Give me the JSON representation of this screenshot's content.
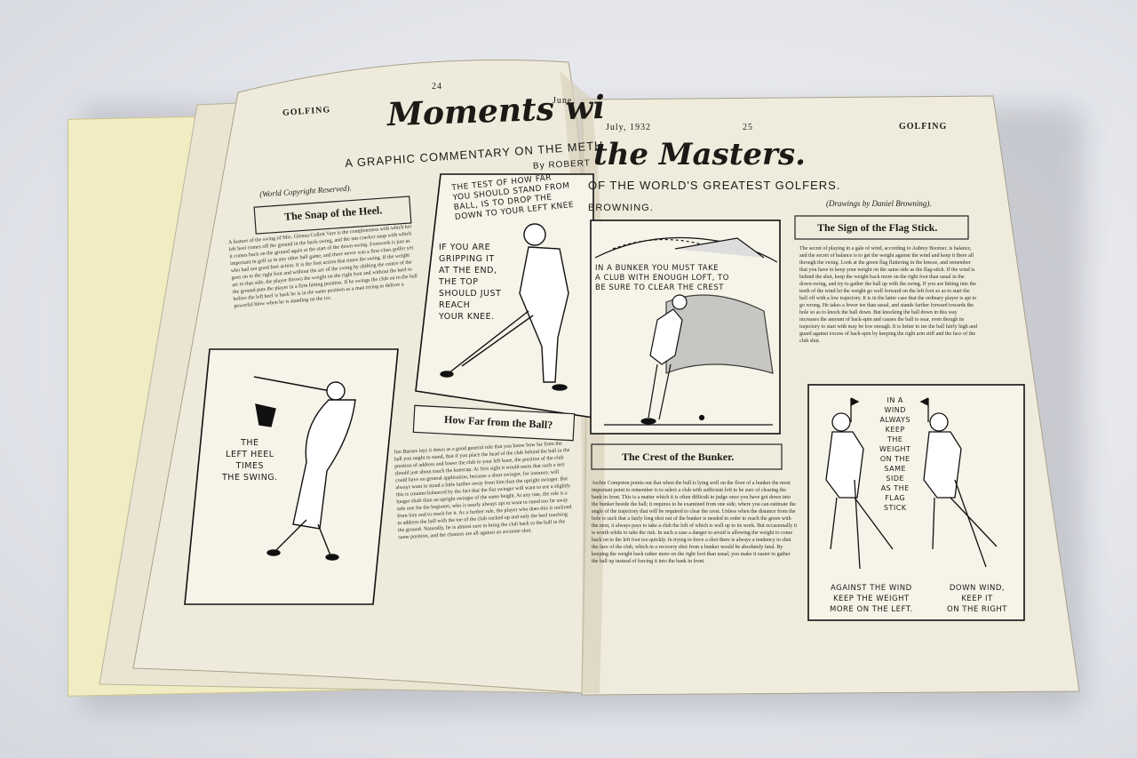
{
  "magazine": {
    "left_running_head": "GOLFING",
    "right_running_head": "GOLFING",
    "left_page_number": "24",
    "left_page_date_partial": "June,",
    "right_page_number": "25",
    "right_page_date": "July, 1932"
  },
  "article": {
    "title_part1": "Moments wi",
    "title_part2": "the Masters.",
    "subtitle_part1": "A GRAPHIC COMMENTARY ON THE METH",
    "subtitle_part2": "OF THE WORLD'S GREATEST GOLFERS.",
    "byline_part1": "By ROBERT",
    "byline_part2": "BROWNING.",
    "copyright": "(World Copyright Reserved).",
    "drawings_credit": "(Drawings by Daniel Browning)."
  },
  "sections": {
    "snap_heel": {
      "title": "The Snap of the Heel.",
      "body": "A feature of the swing of Mrs. Glenna Collett Vare is the completeness with which her left heel comes off the ground in the back-swing, and the nut-cracker snap with which it comes back on the ground again at the start of the down-swing. Footwork is just as important in golf as in any other ball game, and there never was a first-class golfer yet who had not good foot action. It is the foot action that times the swing. If the weight goes on to the right foot and without the arc of the swing by shifting the centre of the arc to that side, the player throws the weight on the right foot and without the heel to the ground puts the player in a firm hitting position. If he swings the club on to the ball before the left heel is back he is in the same position as a man trying to deliver a powerful blow when he is standing on the ice."
    },
    "how_far": {
      "title": "How Far from the Ball?",
      "body": "Jim Barnes lays it down as a good general rule that you know how far from the ball you ought to stand, that if you place the head of the club behind the ball in the position of address and lower the club to your left knee, the position of the club should just about touch the kneecap. At first sight it would seem that such a test could have no general application, because a short swinger, for instance, will always want to stand a little farther away from him than the upright swinger. But this is counter-balanced by the fact that the flat swinger will want to use a slightly longer shaft than an upright swinger of the same height. At any rate, the rule is a safe one for the beginner, who is nearly always apt to want to stand too far away from him and to reach for it. As a further rule, the player who does this is inclined to address the ball with the toe of the club cocked up and only the heel touching the ground. Naturally, he is almost sure to bring the club back to the ball in the same position, and the chances are all against an accurate shot."
    },
    "crest_bunker": {
      "title": "The Crest of the Bunker.",
      "body": "Archie Compston points out that when the ball is lying well on the floor of a bunker the most important point to remember is to select a club with sufficient loft to be sure of clearing the bank in front. This is a matter which it is often difficult to judge once you have got down into the bunker beside the ball; it requires to be examined from one side, where you can estimate the angle of the trajectory that will be required to clear the crest. Unless when the distance from the hole is such that a fairly long shot out of the bunker is needed in order to reach the green with the next, it always pays to take a club the loft of which is well up to its work. But occasionally it is worth while to take the risk. In such a case a danger to avoid is allowing the weight to come back on to the left foot too quickly. In trying to force a shot there is always a tendency to shut the face of the club, which in a recovery shot from a bunker would be absolutely fatal. By keeping the weight back rather more on the right foot than usual, you make it easier to gather the ball up instead of forcing it into the bank in front."
    },
    "flag_stick": {
      "title": "The Sign of the Flag Stick.",
      "body": "The secret of playing in a gale of wind, according to Aubrey Boomer, is balance, and the secret of balance is to get the weight against the wind and keep it there all through the swing. Look at the green flag fluttering in the breeze, and remember that you have to keep your weight on the same side as the flag-stick. If the wind is behind the shot, keep the weight back more on the right foot than usual in the down-swing, and try to gather the ball up with the swing. If you are hitting into the teeth of the wind let the weight go well forward on the left foot so as to start the ball off with a low trajectory. It is in the latter case that the ordinary player is apt to go wrong. He takes a fewer tee than usual, and stands farther forward towards the hole so as to knock the ball down. But knocking the ball down in this way increases the amount of back-spin and causes the ball to soar, even though its trajectory to start with may be low enough. It is better to tee the ball fairly high and guard against excess of back-spin by keeping the right arm stiff and the face of the club shut."
    }
  },
  "illustrations": {
    "left_heel_caption": [
      "THE",
      "LEFT HEEL",
      "TIMES",
      "THE SWING."
    ],
    "test_caption": [
      "THE TEST OF HOW FAR",
      "YOU SHOULD STAND FROM",
      "BALL, IS TO DROP THE",
      "DOWN TO YOUR LEFT KNEE"
    ],
    "gripping_caption": [
      "IF YOU ARE",
      "GRIPPING IT",
      "AT THE END,",
      "THE TOP",
      "SHOULD JUST",
      "REACH",
      "YOUR KNEE."
    ],
    "bunker_caption": [
      "IN A BUNKER YOU MUST TAKE",
      "A CLUB WITH ENOUGH LOFT, TO",
      "BE SURE TO CLEAR THE CREST"
    ],
    "wind_caption": [
      "IN A",
      "WIND",
      "ALWAYS",
      "KEEP",
      "THE",
      "WEIGHT",
      "ON THE",
      "SAME",
      "SIDE",
      "AS THE",
      "FLAG",
      "STICK"
    ],
    "against_wind_caption": [
      "AGAINST THE WIND",
      "KEEP THE WEIGHT",
      "MORE ON THE LEFT."
    ],
    "down_wind_caption": [
      "DOWN WIND,",
      "KEEP IT",
      "ON THE RIGHT"
    ]
  }
}
